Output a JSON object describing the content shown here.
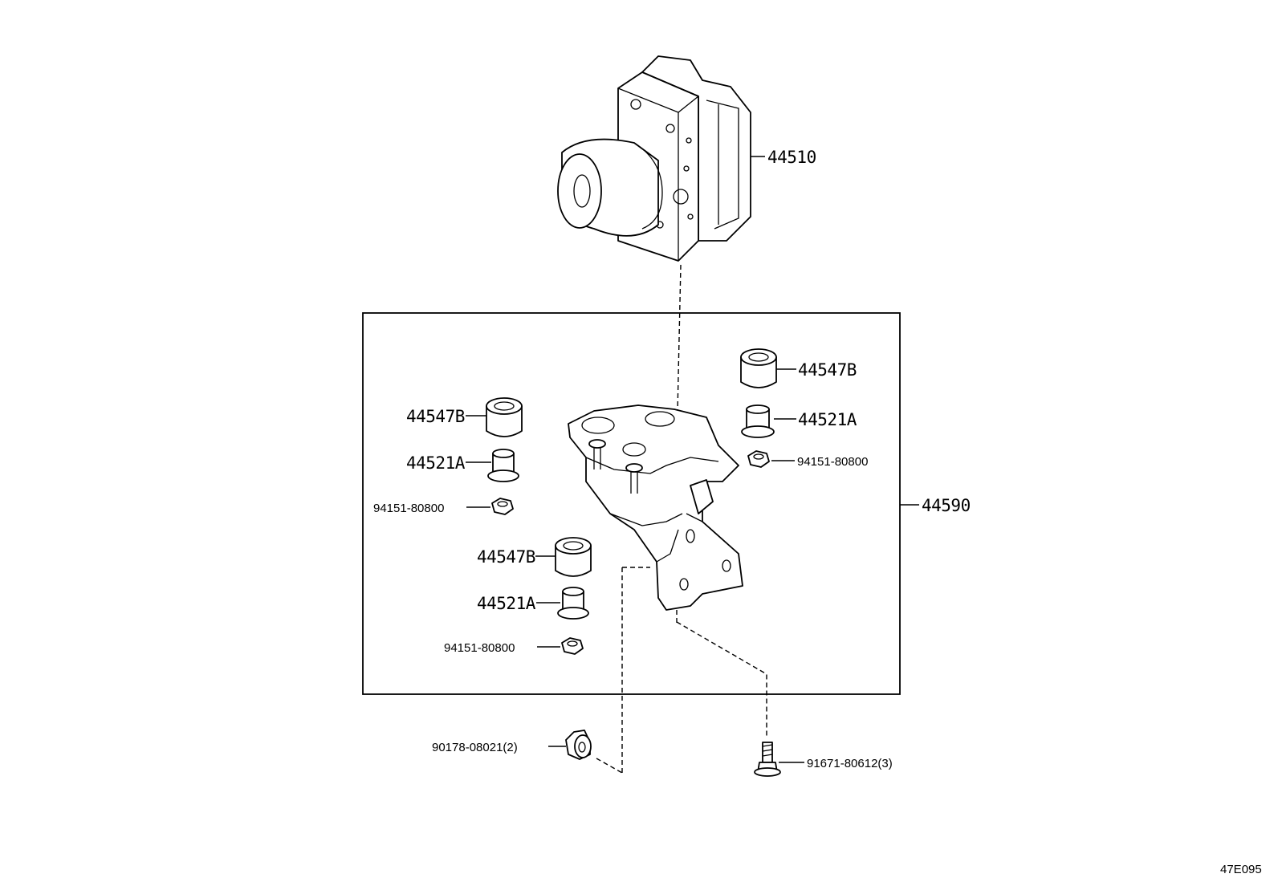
{
  "diagram_code": "47E095",
  "callouts": {
    "actuator": "44510",
    "bracket_assembly": "44590",
    "cushion_top_right": "44547B",
    "collar_top_right": "44521A",
    "nut_top_right": "94151-80800",
    "cushion_left": "44547B",
    "collar_left": "44521A",
    "nut_left": "94151-80800",
    "cushion_lower": "44547B",
    "collar_lower": "44521A",
    "nut_lower": "94151-80800",
    "flange_nut": "90178-08021(2)",
    "flange_bolt": "91671-80612(3)"
  }
}
